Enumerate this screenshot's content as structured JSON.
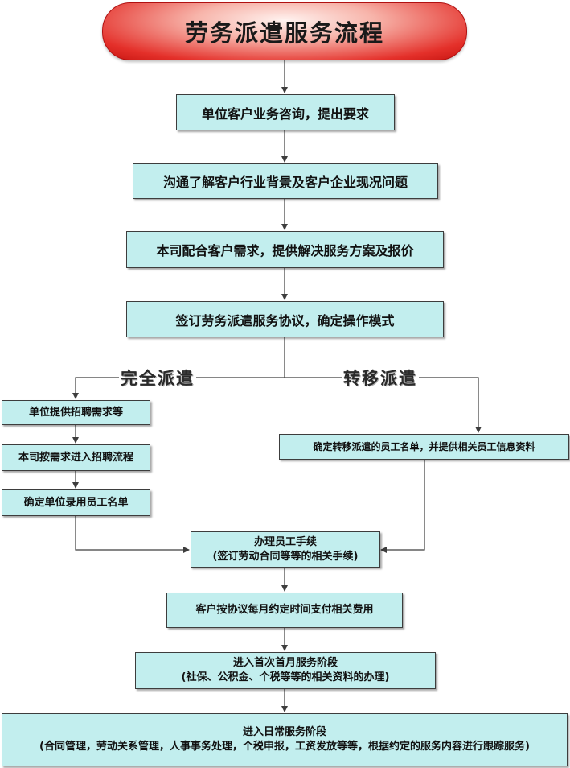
{
  "title": "劳务派遣服务流程",
  "steps": {
    "s1": "单位客户业务咨询，提出要求",
    "s2": "沟通了解客户行业背景及客户企业现况问题",
    "s3": "本司配合客户需求，提供解决服务方案及报价",
    "s4": "签订劳务派遣服务协议，确定操作模式"
  },
  "branches": {
    "full": "完全派遣",
    "transfer": "转移派遣"
  },
  "full_steps": {
    "f1": "单位提供招聘需求等",
    "f2": "本司按需求进入招聘流程",
    "f3": "确定单位录用员工名单"
  },
  "transfer_step": "确定转移派遣的员工名单，并提供相关员工信息资料",
  "procedures": {
    "line1": "办理员工手续",
    "line2": "(签订劳动合同等等的相关手续)"
  },
  "payment": "客户按协议每月约定时间支付相关费用",
  "first_month": {
    "line1": "进入首次首月服务阶段",
    "line2": "(社保、公积金、个税等等的相关资料的办理)"
  },
  "daily": {
    "line1": "进入日常服务阶段",
    "line2": "(合同管理，劳动关系管理，人事事务处理，个税申报，工资发放等等，根据约定的服务内容进行跟踪服务)"
  },
  "colors": {
    "box_fill": "#c2eeee",
    "title_red": "#e4302a",
    "line": "#3d3d3d"
  }
}
